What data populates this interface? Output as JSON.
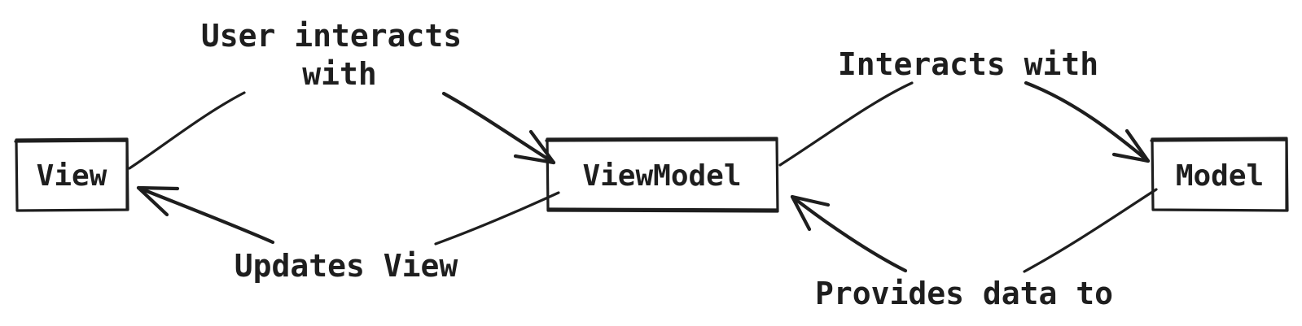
{
  "nodes": {
    "view": {
      "label": "View"
    },
    "viewmodel": {
      "label": "ViewModel"
    },
    "model": {
      "label": "Model"
    }
  },
  "edges": {
    "user_interacts": {
      "line1": "User interacts",
      "line2": "with"
    },
    "updates_view": {
      "label": "Updates View"
    },
    "interacts_with": {
      "label": "Interacts with"
    },
    "provides_data": {
      "label": "Provides data to"
    }
  },
  "colors": {
    "stroke": "#1e1e1e",
    "background": "#ffffff"
  }
}
